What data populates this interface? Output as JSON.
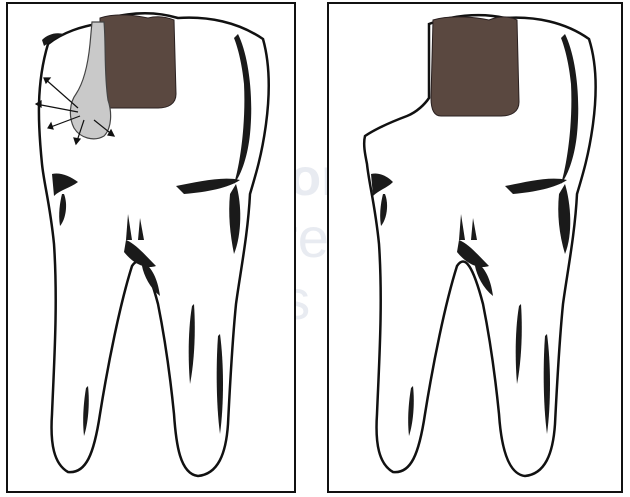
{
  "figure": {
    "panels": [
      {
        "id": "left",
        "description_marker": "caries-with-diffusion-arrows"
      },
      {
        "id": "right",
        "description_marker": "caries-with-fractured-cusp"
      }
    ],
    "watermark_lines": [
      "rofondeu",
      "taires inclinées",
      "ons de pression"
    ],
    "colors": {
      "outline": "#111111",
      "cavity": "#5a4840",
      "lesion": "#c9c9c9",
      "shading": "#1a1a1a",
      "watermark": "#d6dbe6"
    }
  }
}
